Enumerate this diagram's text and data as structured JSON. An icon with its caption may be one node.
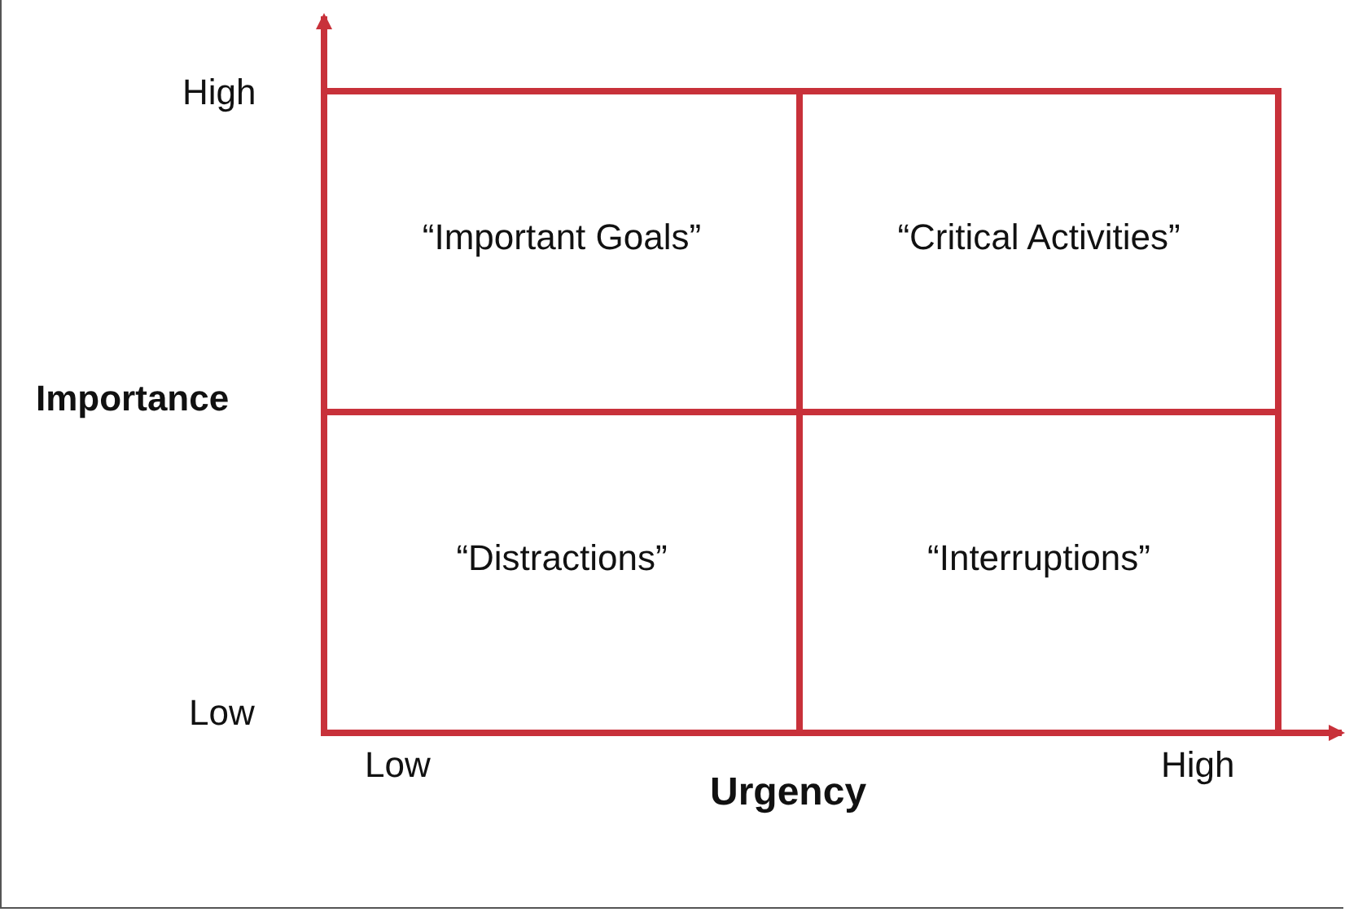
{
  "diagram": {
    "nodes": [
      {
        "text": [
          "“Important Goals”"
        ]
      },
      {
        "text": [
          "“Critical Activities”"
        ]
      },
      {
        "text": [
          "“Distractions”"
        ]
      },
      {
        "text": [
          "“Interruptions”"
        ]
      }
    ],
    "labels": [
      "High",
      "Importance",
      "Low",
      "Low",
      "High",
      "Urgency"
    ]
  }
}
